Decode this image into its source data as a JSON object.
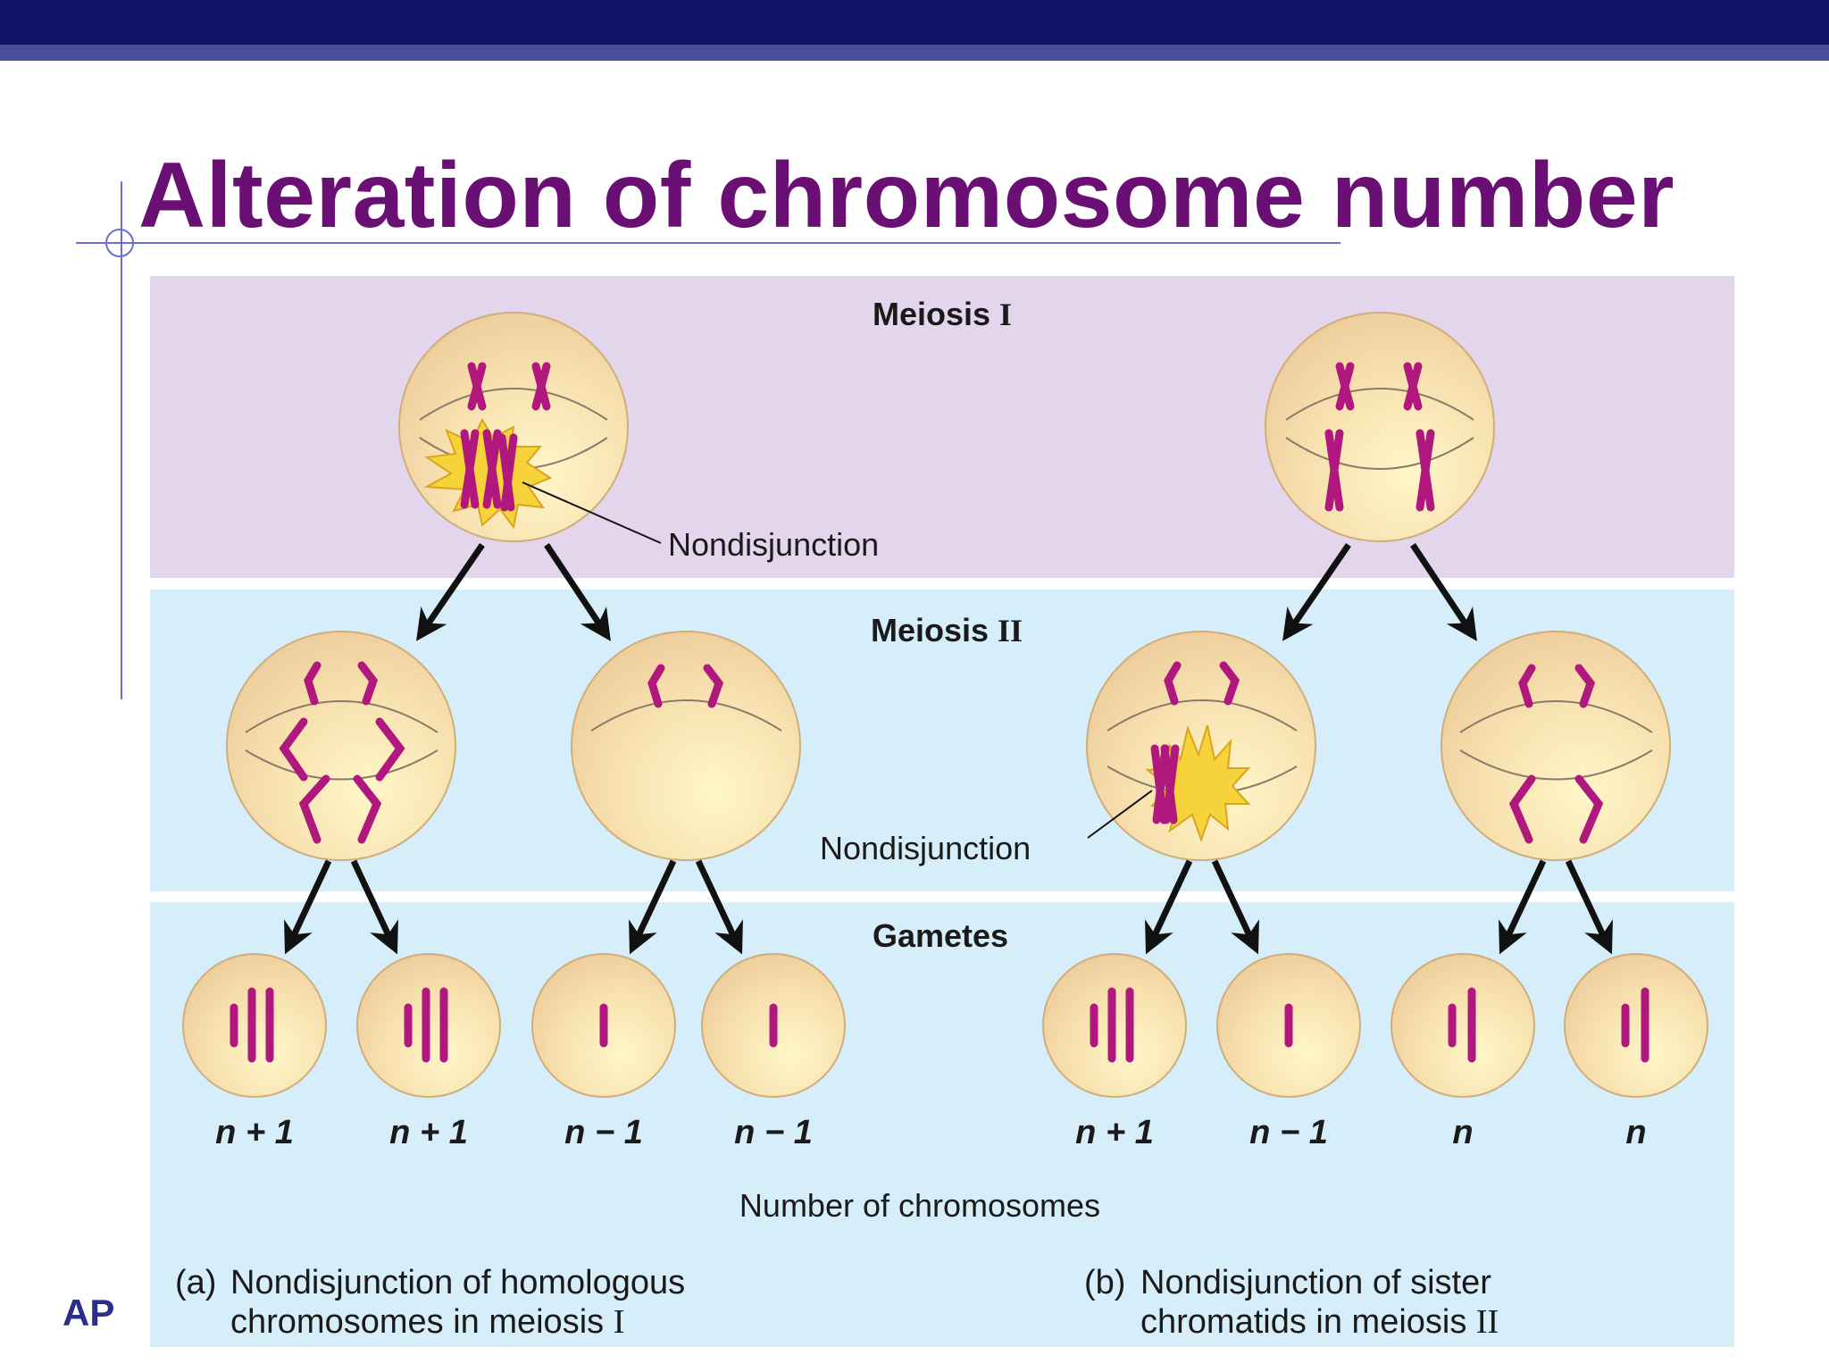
{
  "slide": {
    "title": "Alteration of chromosome number",
    "footer": "AP"
  },
  "diagram": {
    "stage_labels": {
      "meiosis1_word": "Meiosis",
      "meiosis1_num": "I",
      "meiosis2_word": "Meiosis",
      "meiosis2_num": "II",
      "gametes": "Gametes"
    },
    "callouts": {
      "nondisjunction_1": "Nondisjunction",
      "nondisjunction_2": "Nondisjunction"
    },
    "gamete_labels": [
      "n + 1",
      "n + 1",
      "n − 1",
      "n − 1",
      "n + 1",
      "n − 1",
      "n",
      "n"
    ],
    "axis_caption": "Number of chromosomes",
    "caption_a": {
      "letter": "(a)",
      "line1": "Nondisjunction of homologous",
      "line2_text": "chromosomes in meiosis",
      "line2_num": "I"
    },
    "caption_b": {
      "letter": "(b)",
      "line1": "Nondisjunction of sister",
      "line2_text": "chromatids in meiosis",
      "line2_num": "II"
    },
    "colors": {
      "band_meiosis1": "#e3d6ec",
      "band_meiosis2": "#d6eef9",
      "cell_fill": "#f5dca6",
      "chromosome": "#b0187e",
      "burst": "#f4d23a",
      "text": "#1a1a1a",
      "title": "#6a0f74"
    }
  }
}
